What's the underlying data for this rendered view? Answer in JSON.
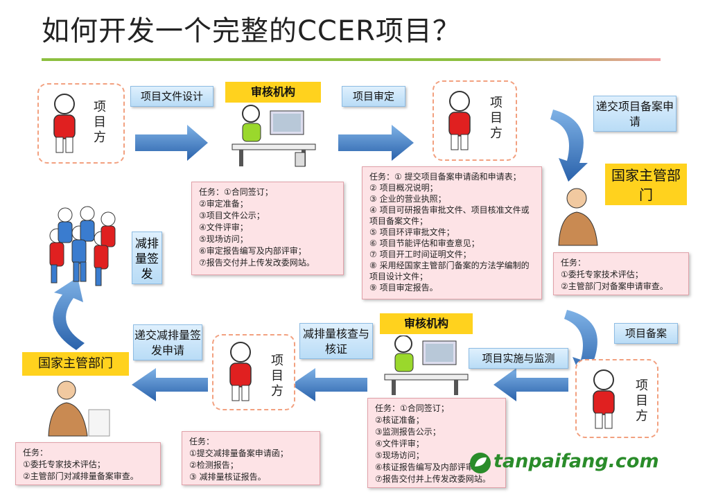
{
  "title": "如何开发一个完整的CCER项目？",
  "party_label": "项目方",
  "steps": {
    "design": "项目文件设计",
    "validate": "项目审定",
    "submit_record": "递交项目备案申请",
    "record": "项目备案",
    "implement": "项目实施与监测",
    "verify": "减排量核查与核证",
    "submit_issue": "递交减排量签发申请",
    "issue": "减排量签发"
  },
  "agencies": {
    "audit_top": "审核机构",
    "audit_bottom": "审核机构",
    "gov_right": "国家主管部门",
    "gov_left": "国家主管部门"
  },
  "tasks": {
    "validation": [
      "任务：①合同签订；",
      "②审定准备；",
      "③项目文件公示；",
      "④文件评审；",
      "⑤现场访问；",
      "⑥审定报告编写及内部评审；",
      "⑦报告交付并上传发改委网站。"
    ],
    "record_submission": [
      "任务：① 提交项目备案申请函和申请表；",
      "② 项目概况说明；",
      "③ 企业的营业执照；",
      "④ 项目可研报告审批文件、项目核准文件或项目备案文件；",
      "⑤ 项目环评审批文件；",
      "⑥ 项目节能评估和审查意见；",
      "⑦ 项目开工时间证明文件；",
      "⑧ 采用经国家主管部门备案的方法学编制的项目设计文件；",
      "⑨ 项目审定报告。"
    ],
    "gov_record": [
      "任务：",
      "①委托专家技术评估；",
      "②主管部门对备案申请审查。"
    ],
    "verification": [
      "任务：①合同签订；",
      "②核证准备；",
      "③监测报告公示；",
      "④文件评审；",
      "⑤现场访问；",
      "⑥核证报告编写及内部评审；",
      "⑦报告交付并上传发改委网站。"
    ],
    "issue_submission": [
      "任务：",
      "①提交减排量备案申请函；",
      "②检测报告；",
      "③ 减排量核证报告。"
    ],
    "gov_issue": [
      "任务：",
      "①委托专家技术评估；",
      "②主管部门对减排量备案审查。"
    ]
  },
  "watermark": "tanpaifang.com",
  "colors": {
    "arrow": "#2f6fb8",
    "task_bg": "#fde3e6",
    "agency": "#ffd21e",
    "shirt": "#e02020"
  }
}
